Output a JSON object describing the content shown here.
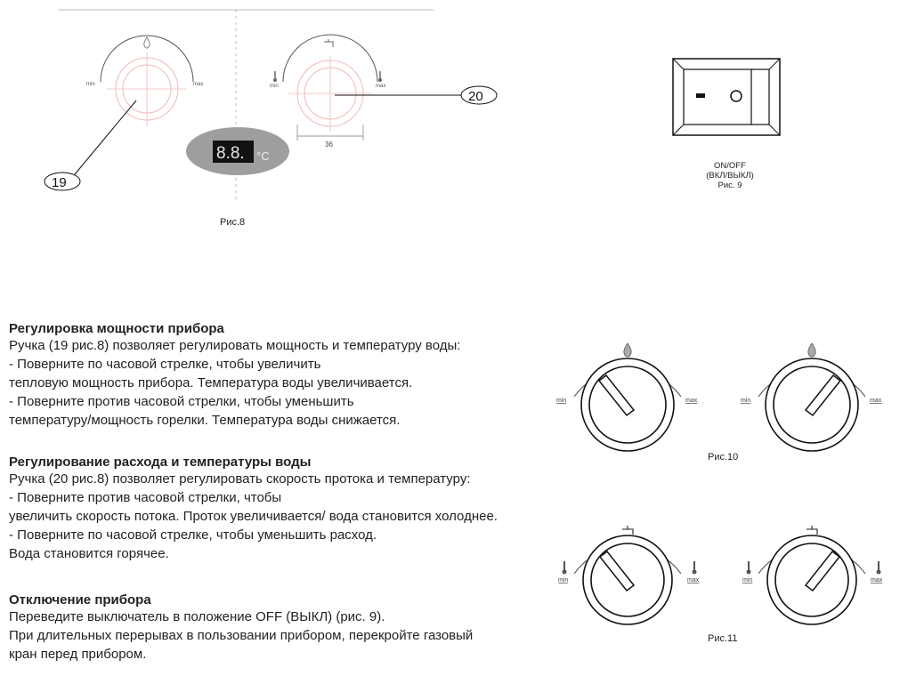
{
  "fig8": {
    "caption": "Рис.8",
    "callout_19": "19",
    "callout_20": "20",
    "knob_left_min": "min",
    "knob_left_max": "max",
    "knob_right_min": "min",
    "knob_right_max": "max",
    "dimension": "36",
    "display_value": "8.8.",
    "display_unit": "°C"
  },
  "fig9": {
    "line1": "ON/OFF",
    "line2": "(ВКЛ/ВЫКЛ)",
    "caption": "Рис. 9"
  },
  "fig10": {
    "caption": "Рис.10",
    "knob1_min": "min",
    "knob1_max": "max",
    "knob2_min": "min",
    "knob2_max": "max"
  },
  "fig11": {
    "caption": "Рис.11",
    "knob1_min": "min",
    "knob1_max": "max",
    "knob2_min": "min",
    "knob2_max": "max"
  },
  "section1": {
    "heading": "Регулировка мощности прибора",
    "lines": [
      "Ручка (19 рис.8)  позволяет регулировать мощность и температуру воды:",
      "- Поверните по часовой стрелке, чтобы увеличить",
      "тепловую мощность прибора. Температура воды увеличивается.",
      "- Поверните против часовой стрелки, чтобы уменьшить",
      "температуру/мощность горелки. Температура воды снижается."
    ]
  },
  "section2": {
    "heading": "Регулирование расхода и температуры воды",
    "lines": [
      "Ручка (20 рис.8) позволяет регулировать скорость протока и температуру:",
      "- Поверните против часовой стрелки, чтобы",
      "увеличить скорость потока. Проток увеличивается/ вода становится холоднее.",
      "- Поверните по часовой стрелке, чтобы уменьшить расход.",
      "Вода становится горячее."
    ]
  },
  "section3": {
    "heading": "Отключение прибора",
    "lines": [
      "Переведите выключатель в положение OFF (ВЫКЛ) (рис. 9).",
      "При длительных перерывах в пользовании прибором, перекройте газовый",
      "кран перед прибором."
    ]
  }
}
